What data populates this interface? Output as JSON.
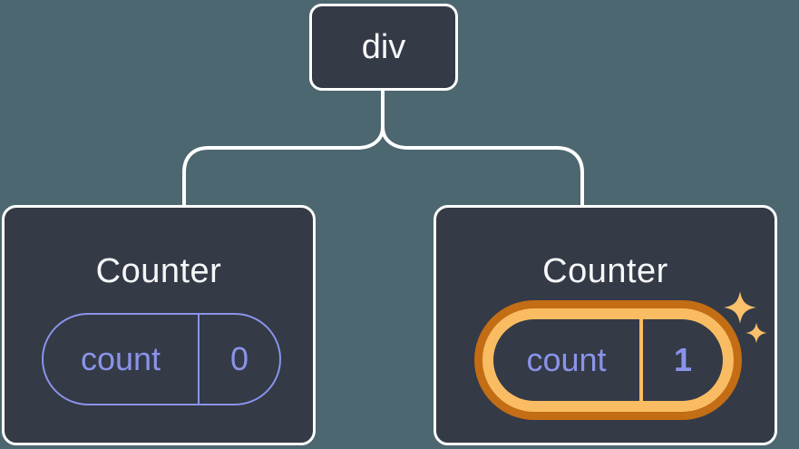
{
  "diagram": {
    "description": "React component tree diagram",
    "root": {
      "label": "div"
    },
    "children": [
      {
        "title": "Counter",
        "state": {
          "key": "count",
          "value": "0"
        },
        "highlighted": false
      },
      {
        "title": "Counter",
        "state": {
          "key": "count",
          "value": "1"
        },
        "highlighted": true
      }
    ]
  },
  "colors": {
    "background": "#4c6770",
    "node_fill": "#343a46",
    "node_border": "#ffffff",
    "text_primary": "#f6f7f9",
    "accent_purple": "#8a93e9",
    "highlight_orange": "#fabc62",
    "highlight_orange_dark": "#c36d15",
    "connector": "#ffffff",
    "sparkle": "#fbc06c"
  }
}
